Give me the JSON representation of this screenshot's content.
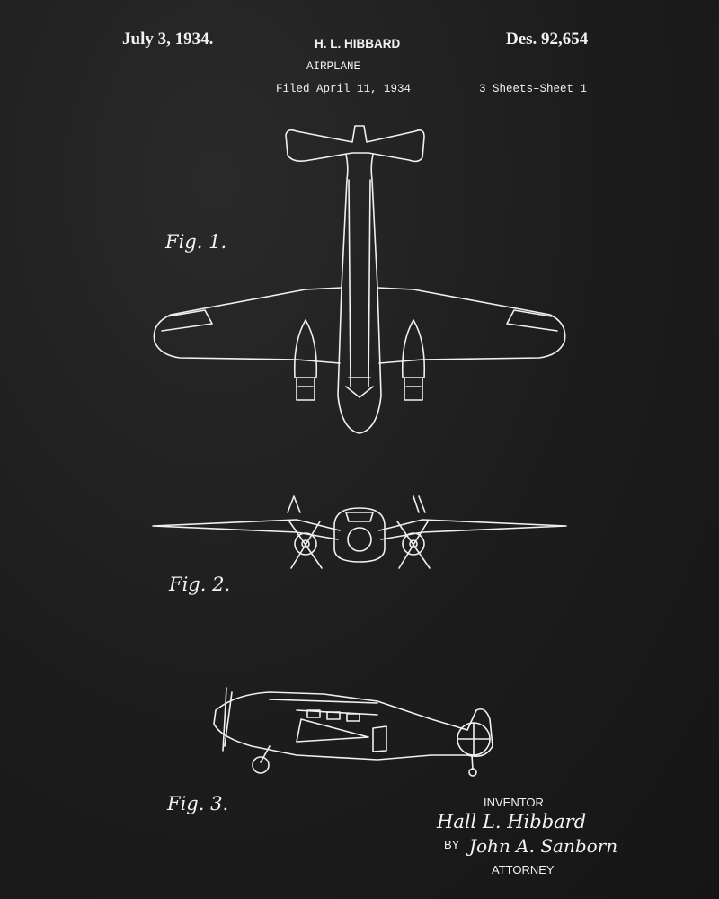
{
  "header": {
    "date": "July 3, 1934.",
    "inventor_name": "H. L. HIBBARD",
    "title": "AIRPLANE",
    "filed": "Filed April 11, 1934",
    "design_number": "Des. 92,654",
    "sheets": "3 Sheets–Sheet  1"
  },
  "figures": [
    {
      "label": "Fig. 1."
    },
    {
      "label": "Fig. 2."
    },
    {
      "label": "Fig. 3."
    }
  ],
  "footer": {
    "inventor_label": "INVENTOR",
    "inventor_signature": "Hall L. Hibbard",
    "by_label": "BY",
    "attorney_signature": "John A. Sanborn",
    "attorney_label": "ATTORNEY"
  }
}
